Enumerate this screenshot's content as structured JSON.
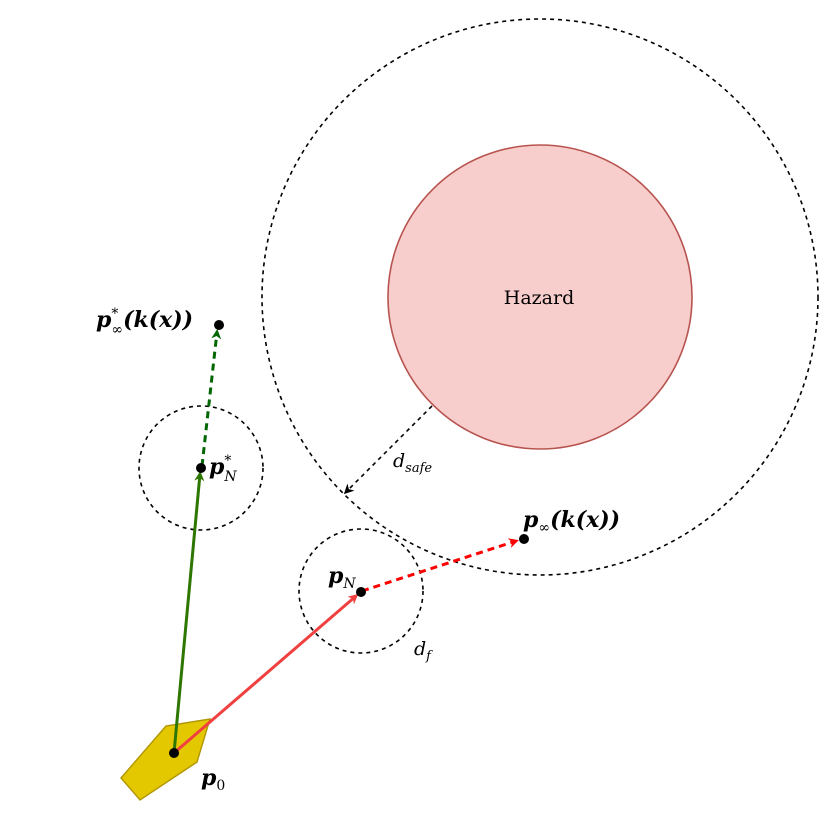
{
  "hazard": {
    "label": "Hazard",
    "fill": "#f8cecc",
    "stroke": "#b85450"
  },
  "vessel": {
    "fill": "#e3c800",
    "stroke": "#b09500"
  },
  "colors": {
    "green_arrow": "#2d7600",
    "green_dashed": "#006600",
    "red_arrow": "#f04040",
    "red_dashed": "#ff0000",
    "dashed_circle": "#000000"
  },
  "labels": {
    "p_inf_star": {
      "p": "p",
      "sub": "∞",
      "sup": "*",
      "arg": "(k(x))"
    },
    "p_N_star": {
      "p": "p",
      "sub": "N",
      "sup": "*"
    },
    "p_inf": {
      "p": "p",
      "sub": "∞",
      "arg": "(k(x))"
    },
    "p_N": {
      "p": "p",
      "sub": "N"
    },
    "p_0": {
      "p": "p",
      "sub": "0"
    },
    "d_safe": {
      "d": "d",
      "sub": "safe"
    },
    "d_f": {
      "d": "d",
      "sub": "f"
    }
  }
}
